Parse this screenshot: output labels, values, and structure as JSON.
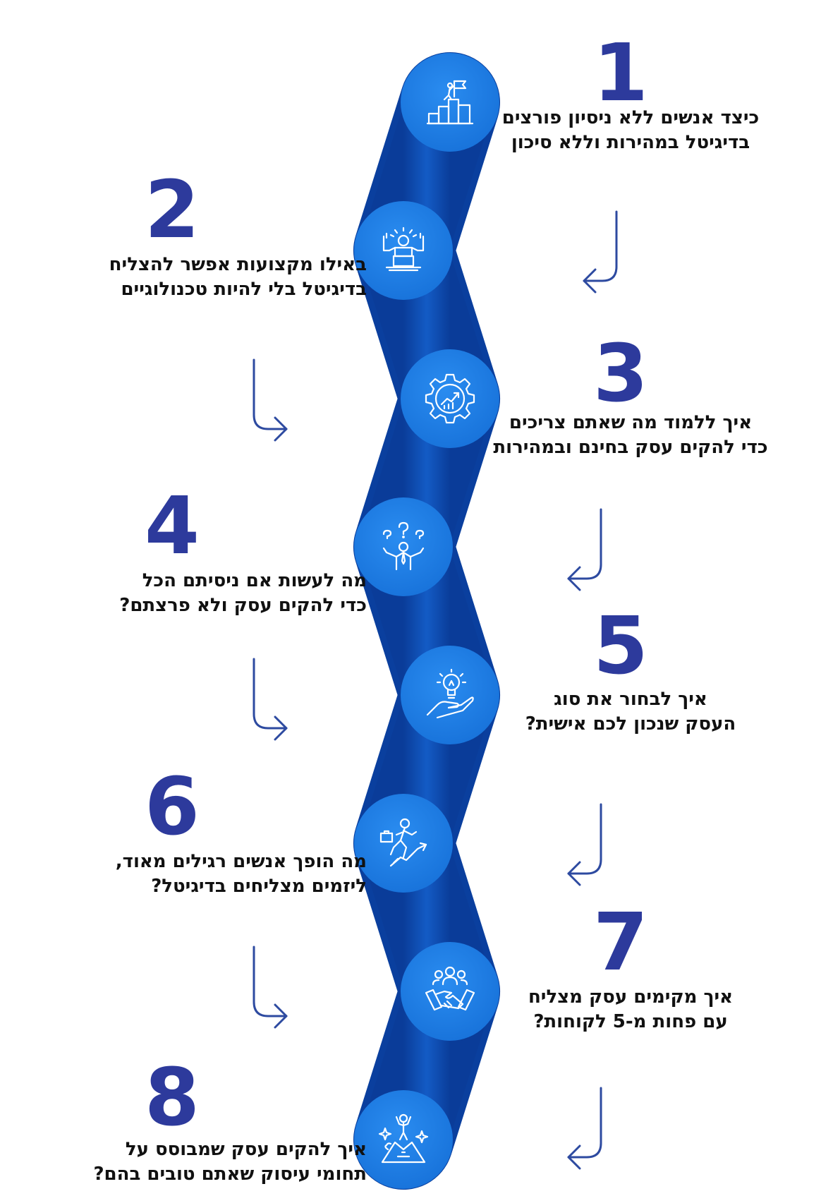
{
  "colors": {
    "accent": "#1e7fe0",
    "band_dark": "#0a3f9e",
    "band": "#1458c2",
    "number": "#2d3a9c",
    "text": "#111111",
    "arrow": "#2d4aa0"
  },
  "steps": [
    {
      "number": "1",
      "line1": "כיצד אנשים ללא ניסיון פורצים",
      "line2": "בדיגיטל במהירות וללא סיכון",
      "icon": "mountain-flag-icon"
    },
    {
      "number": "2",
      "line1": "באילו מקצועות אפשר להצליח",
      "line2": "בדיגיטל בלי להיות טכנולוגיים",
      "icon": "celebrating-person-laptop-icon"
    },
    {
      "number": "3",
      "line1": "איך ללמוד מה שאתם צריכים",
      "line2": "כדי להקים עסק בחינם ובמהירות",
      "icon": "gear-growth-chart-icon"
    },
    {
      "number": "4",
      "line1": "מה לעשות אם ניסיתם הכל",
      "line2": "כדי להקים עסק ולא פרצתם?",
      "icon": "confused-person-icon"
    },
    {
      "number": "5",
      "line1": "איך לבחור את סוג",
      "line2": "העסק שנכון לכם אישית?",
      "icon": "lightbulb-hand-icon"
    },
    {
      "number": "6",
      "line1": "מה הופך אנשים רגילים מאוד,",
      "line2": "ליזמים מצליחים בדיגיטל?",
      "icon": "businessman-climbing-icon"
    },
    {
      "number": "7",
      "line1": "איך מקימים עסק מצליח",
      "line2": "עם פחות מ-5 לקוחות?",
      "icon": "handshake-team-icon"
    },
    {
      "number": "8",
      "line1": "איך להקים עסק שמבוסס על",
      "line2": "תחומי עיסוק שאתם טובים בהם?",
      "icon": "mountain-peak-success-icon"
    }
  ]
}
